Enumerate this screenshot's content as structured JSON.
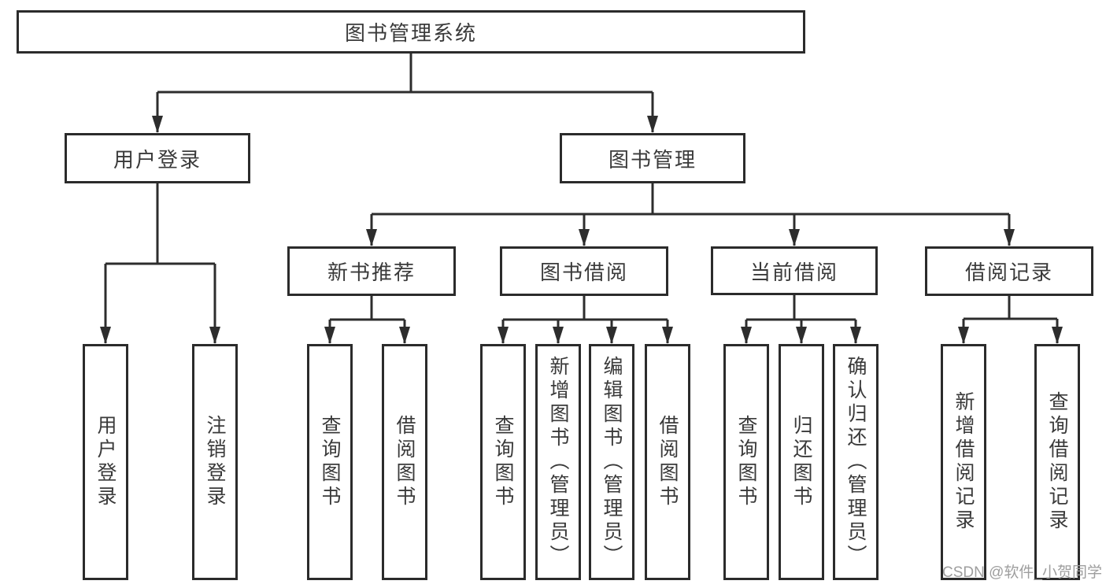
{
  "title": "图书管理系统",
  "level2": {
    "user_login": "用户登录",
    "book_management": "图书管理"
  },
  "level3": {
    "new_book_recommend": "新书推荐",
    "book_borrow": "图书借阅",
    "current_borrow": "当前借阅",
    "borrow_records": "借阅记录"
  },
  "leaves": {
    "login": [
      "用户登录",
      "注销登录"
    ],
    "recommend": [
      "查询图书",
      "借阅图书"
    ],
    "borrow": [
      "查询图书",
      "新增图书（管理员）",
      "编辑图书（管理员）",
      "借阅图书"
    ],
    "current": [
      "查询图书",
      "归还图书",
      "确认归还（管理员）"
    ],
    "records": [
      "新增借阅记录",
      "查询借阅记录"
    ]
  },
  "watermark": "CSDN @软件_小贺同学",
  "colors": {
    "line": "#2d2d2d",
    "border": "#2b2b2b",
    "text": "#3a3a3a",
    "watermark_text": "#9e9e9e",
    "background": "#ffffff"
  }
}
